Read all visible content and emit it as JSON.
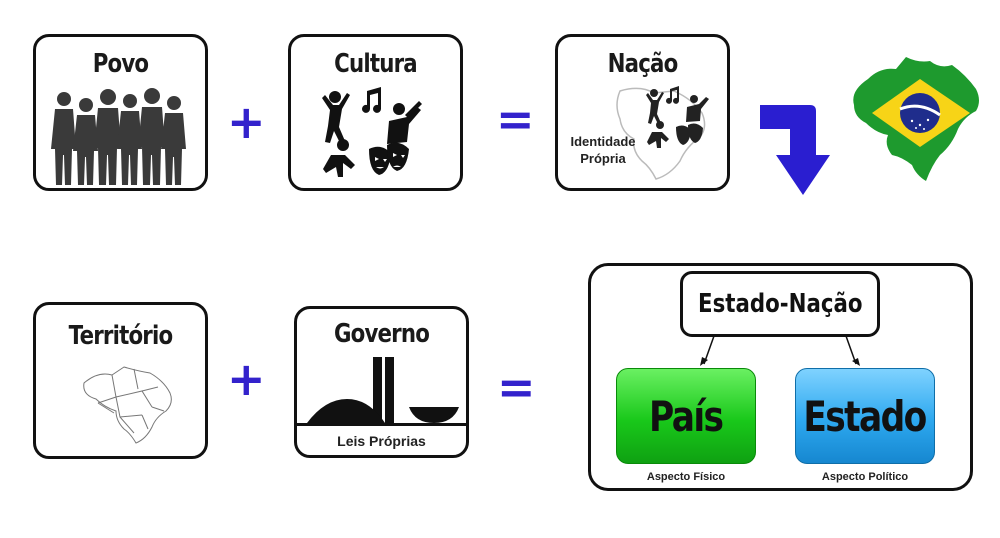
{
  "boxes": {
    "povo": "Povo",
    "cultura": "Cultura",
    "nacao": "Nação",
    "nacao_sub": "Identidade Própria",
    "territorio": "Território",
    "governo": "Governo",
    "governo_sub": "Leis Próprias"
  },
  "operators": {
    "plus": "+",
    "equals": "="
  },
  "estado_nacao": {
    "title": "Estado-Nação",
    "pais": "País",
    "pais_caption": "Aspecto Físico",
    "estado": "Estado",
    "estado_caption": "Aspecto Político"
  },
  "colors": {
    "operator": "#3322cc",
    "arrow": "#2a1ed0",
    "pais_green": "#19c81a",
    "estado_blue": "#2da8ef",
    "flag_green": "#1e9a2e",
    "flag_yellow": "#f7d417",
    "flag_blue": "#1f2d8c"
  },
  "icons": [
    "people-silhouette-icon",
    "culture-icon",
    "brazil-culture-map-icon",
    "turn-down-arrow-icon",
    "brazil-flag-map-icon",
    "brazil-states-map-icon",
    "congress-building-icon"
  ]
}
